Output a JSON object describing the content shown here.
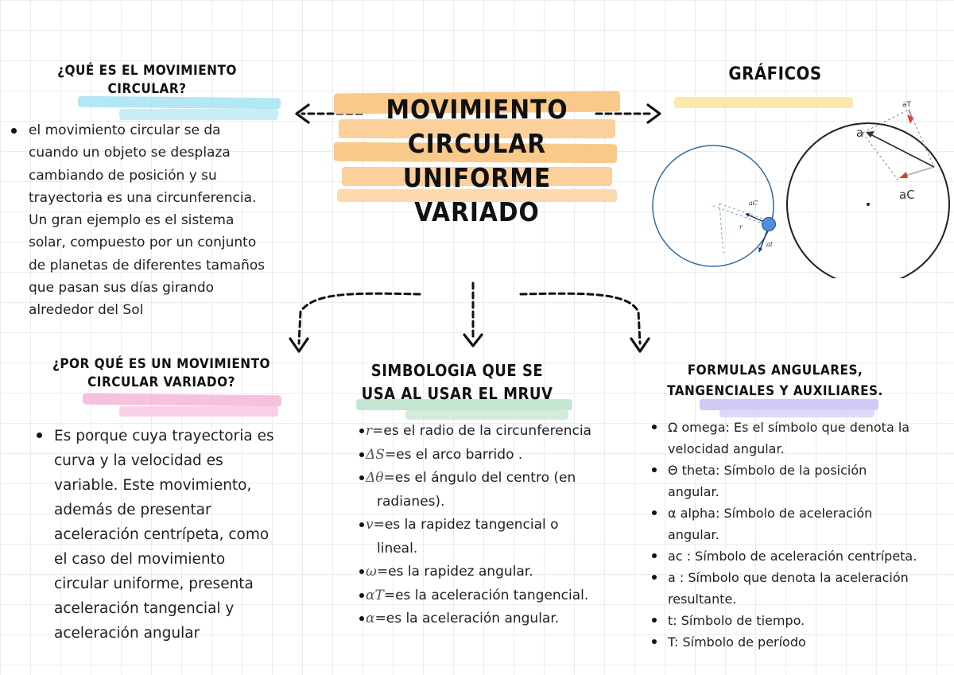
{
  "title": {
    "line1": "MOViMiENTO",
    "line2": "CiRCULAR UNiFORME",
    "line3": "VARiADO"
  },
  "que_es": {
    "heading_line1": "¿QUÉ ES EL MOVIMIENTO",
    "heading_line2": "CIRCULAR?",
    "lines": [
      "el movimiento circular se da",
      "cuando un objeto se desplaza",
      "cambiando de posición y su",
      "trayectoria es una circunferencia.",
      "Un gran ejemplo es el sistema",
      "solar, compuesto por un conjunto",
      "de planetas de diferentes tamaños",
      "que pasan sus días girando",
      "alrededor del Sol"
    ]
  },
  "graficos": {
    "heading": "GRÁFICOS",
    "labels": {
      "ac_small": "aC",
      "r": "r",
      "at_small": "at",
      "a_big": "a",
      "at_big": "aT",
      "ac_big": "aC"
    }
  },
  "por_que": {
    "heading_line1": "¿POR QUÉ ES UN MOVIMIENTO",
    "heading_line2": "CIRCULAR VARIADO?",
    "lines": [
      "Es porque  cuya trayectoria es",
      "curva y la velocidad es",
      "variable. Este movimiento,",
      "además de presentar",
      "aceleración centrípeta, como",
      "el caso del movimiento",
      "circular uniforme, presenta",
      "aceleración tangencial y",
      "aceleración angular"
    ]
  },
  "simbologia": {
    "heading_line1": "SIMBOLOGIA QUE SE",
    "heading_line2": "USA AL USAR EL MRUV",
    "items": [
      {
        "symbol": "r",
        "text": "=es el radio de la circunferencia"
      },
      {
        "symbol": "ΔS",
        "text": "=es el arco barrido ."
      },
      {
        "symbol": "Δθ",
        "text": "=es el ángulo del centro (en",
        "cont": "radianes)."
      },
      {
        "symbol": "v",
        "text": "=es la rapidez tangencial o",
        "cont": "lineal."
      },
      {
        "symbol": "ω",
        "text": "=es la rapidez angular."
      },
      {
        "symbol": "αT",
        "text": "=es la aceleración tangencial."
      },
      {
        "symbol": "α",
        "text": "=es la aceleración angular."
      }
    ]
  },
  "formulas": {
    "heading_line1": "FORMULAS ANGULARES,",
    "heading_line2": "TANGENCIALES Y AUXILIARES.",
    "lines": [
      {
        "text": "Ω omega: Es el símbolo que denota la",
        "bullet": true
      },
      {
        "text": "velocidad angular.",
        "bullet": false
      },
      {
        "text": "Θ theta: Símbolo de la posición",
        "bullet": true
      },
      {
        "text": "angular.",
        "bullet": false
      },
      {
        "text": "α alpha: Símbolo de aceleración",
        "bullet": true
      },
      {
        "text": "angular.",
        "bullet": false
      },
      {
        "text": "ac : Símbolo de aceleración centrípeta.",
        "bullet": true
      },
      {
        "text": "a : Símbolo que denota la aceleración",
        "bullet": true
      },
      {
        "text": "resultante.",
        "bullet": false
      },
      {
        "text": "t: Símbolo de tiempo.",
        "bullet": true
      },
      {
        "text": "T: Símbolo de período",
        "bullet": true
      }
    ]
  },
  "colors": {
    "title_highlight": "#f9c98a",
    "que_es_marker": "#a6e3f2",
    "graficos_marker": "#fbe7a1",
    "por_que_marker": "#f5b6d6",
    "simbologia_marker": "#bfe3cd",
    "formulas_marker": "#cdc3f4",
    "arrow": "#111111"
  }
}
